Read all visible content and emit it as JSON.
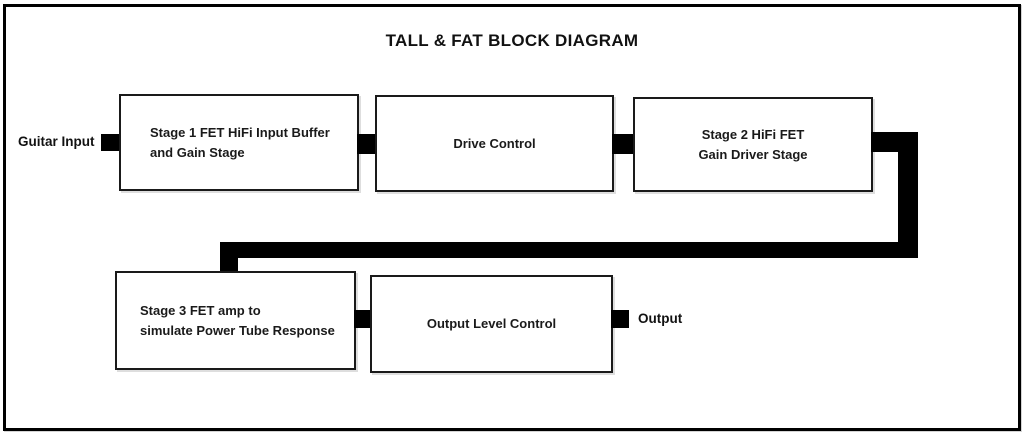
{
  "title": "TALL & FAT BLOCK DIAGRAM",
  "labels": {
    "guitar_input": "Guitar Input",
    "output": "Output"
  },
  "blocks": {
    "stage1": {
      "line1": "Stage 1 FET HiFi Input Buffer",
      "line2": "and Gain Stage"
    },
    "drive_control": {
      "label": "Drive Control"
    },
    "stage2": {
      "line1": "Stage 2 HiFi FET",
      "line2": "Gain Driver Stage"
    },
    "stage3": {
      "line1": "Stage 3 FET amp to",
      "line2": "simulate Power Tube Response"
    },
    "output_level": {
      "label": "Output Level Control"
    }
  },
  "flow": [
    "Guitar Input",
    "Stage 1 FET HiFi Input Buffer and Gain Stage",
    "Drive Control",
    "Stage 2 HiFi FET Gain Driver Stage",
    "Stage 3 FET amp to simulate Power Tube Response",
    "Output Level Control",
    "Output"
  ],
  "colors": {
    "line": "#000000",
    "background": "#ffffff",
    "text": "#1a1a1a"
  }
}
